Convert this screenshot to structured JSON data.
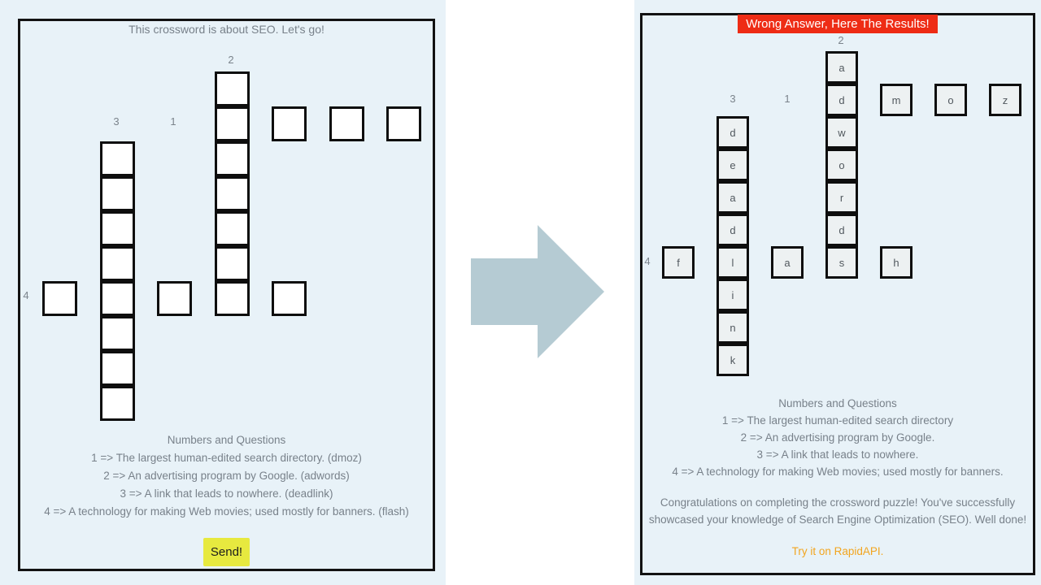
{
  "colors": {
    "page_bg": "#e8f2f8",
    "gap_bg": "#ffffff",
    "arrow": "#b5cbd3",
    "banner_red": "#ee2c15",
    "send_yellow": "#e7e93f",
    "link_orange": "#f2a51f",
    "cell_empty_bg": "#ffffff",
    "cell_filled_bg": "#edf1f2",
    "text_gray": "#78818a"
  },
  "icons": {
    "arrow": "right-arrow-icon"
  },
  "left_panel": {
    "title": "This crossword is about SEO. Let's go!",
    "clue_labels": {
      "l1": "1",
      "l2": "2",
      "l3": "3",
      "l4": "4"
    },
    "cells": {
      "down2": [
        "",
        "",
        "",
        "",
        "",
        "",
        ""
      ],
      "down3": [
        "",
        "",
        "",
        "",
        "",
        "",
        "",
        ""
      ],
      "across1": [
        "",
        "",
        ""
      ],
      "across4": [
        "",
        "",
        ""
      ]
    },
    "questions_heading": "Numbers and Questions",
    "questions": [
      "1 => The largest human-edited search directory. (dmoz)",
      "2 => An advertising program by Google. (adwords)",
      "3 => A link that leads to nowhere. (deadlink)",
      "4 => A technology for making Web movies; used mostly for banners. (flash)"
    ],
    "send_label": "Send!"
  },
  "right_panel": {
    "banner": "Wrong Answer, Here The Results!",
    "clue_labels": {
      "l1": "1",
      "l2": "2",
      "l3": "3",
      "l4": "4"
    },
    "cells": {
      "down2": [
        "a",
        "d",
        "w",
        "o",
        "r",
        "d",
        "s"
      ],
      "down3": [
        "d",
        "e",
        "a",
        "d",
        "l",
        "i",
        "n",
        "k"
      ],
      "across1": [
        "m",
        "o",
        "z"
      ],
      "across4": [
        "f",
        "a",
        "h"
      ]
    },
    "questions_heading": "Numbers and Questions",
    "questions": [
      "1 => The largest human-edited search directory",
      "2 => An advertising program by Google.",
      "3 => A link that leads to nowhere.",
      "4 => A technology for making Web movies; used mostly for banners."
    ],
    "congrats": [
      "Congratulations on completing the crossword puzzle! You've successfully",
      "showcased your knowledge of Search Engine Optimization (SEO). Well done!"
    ],
    "link_label": "Try it on RapidAPI."
  }
}
